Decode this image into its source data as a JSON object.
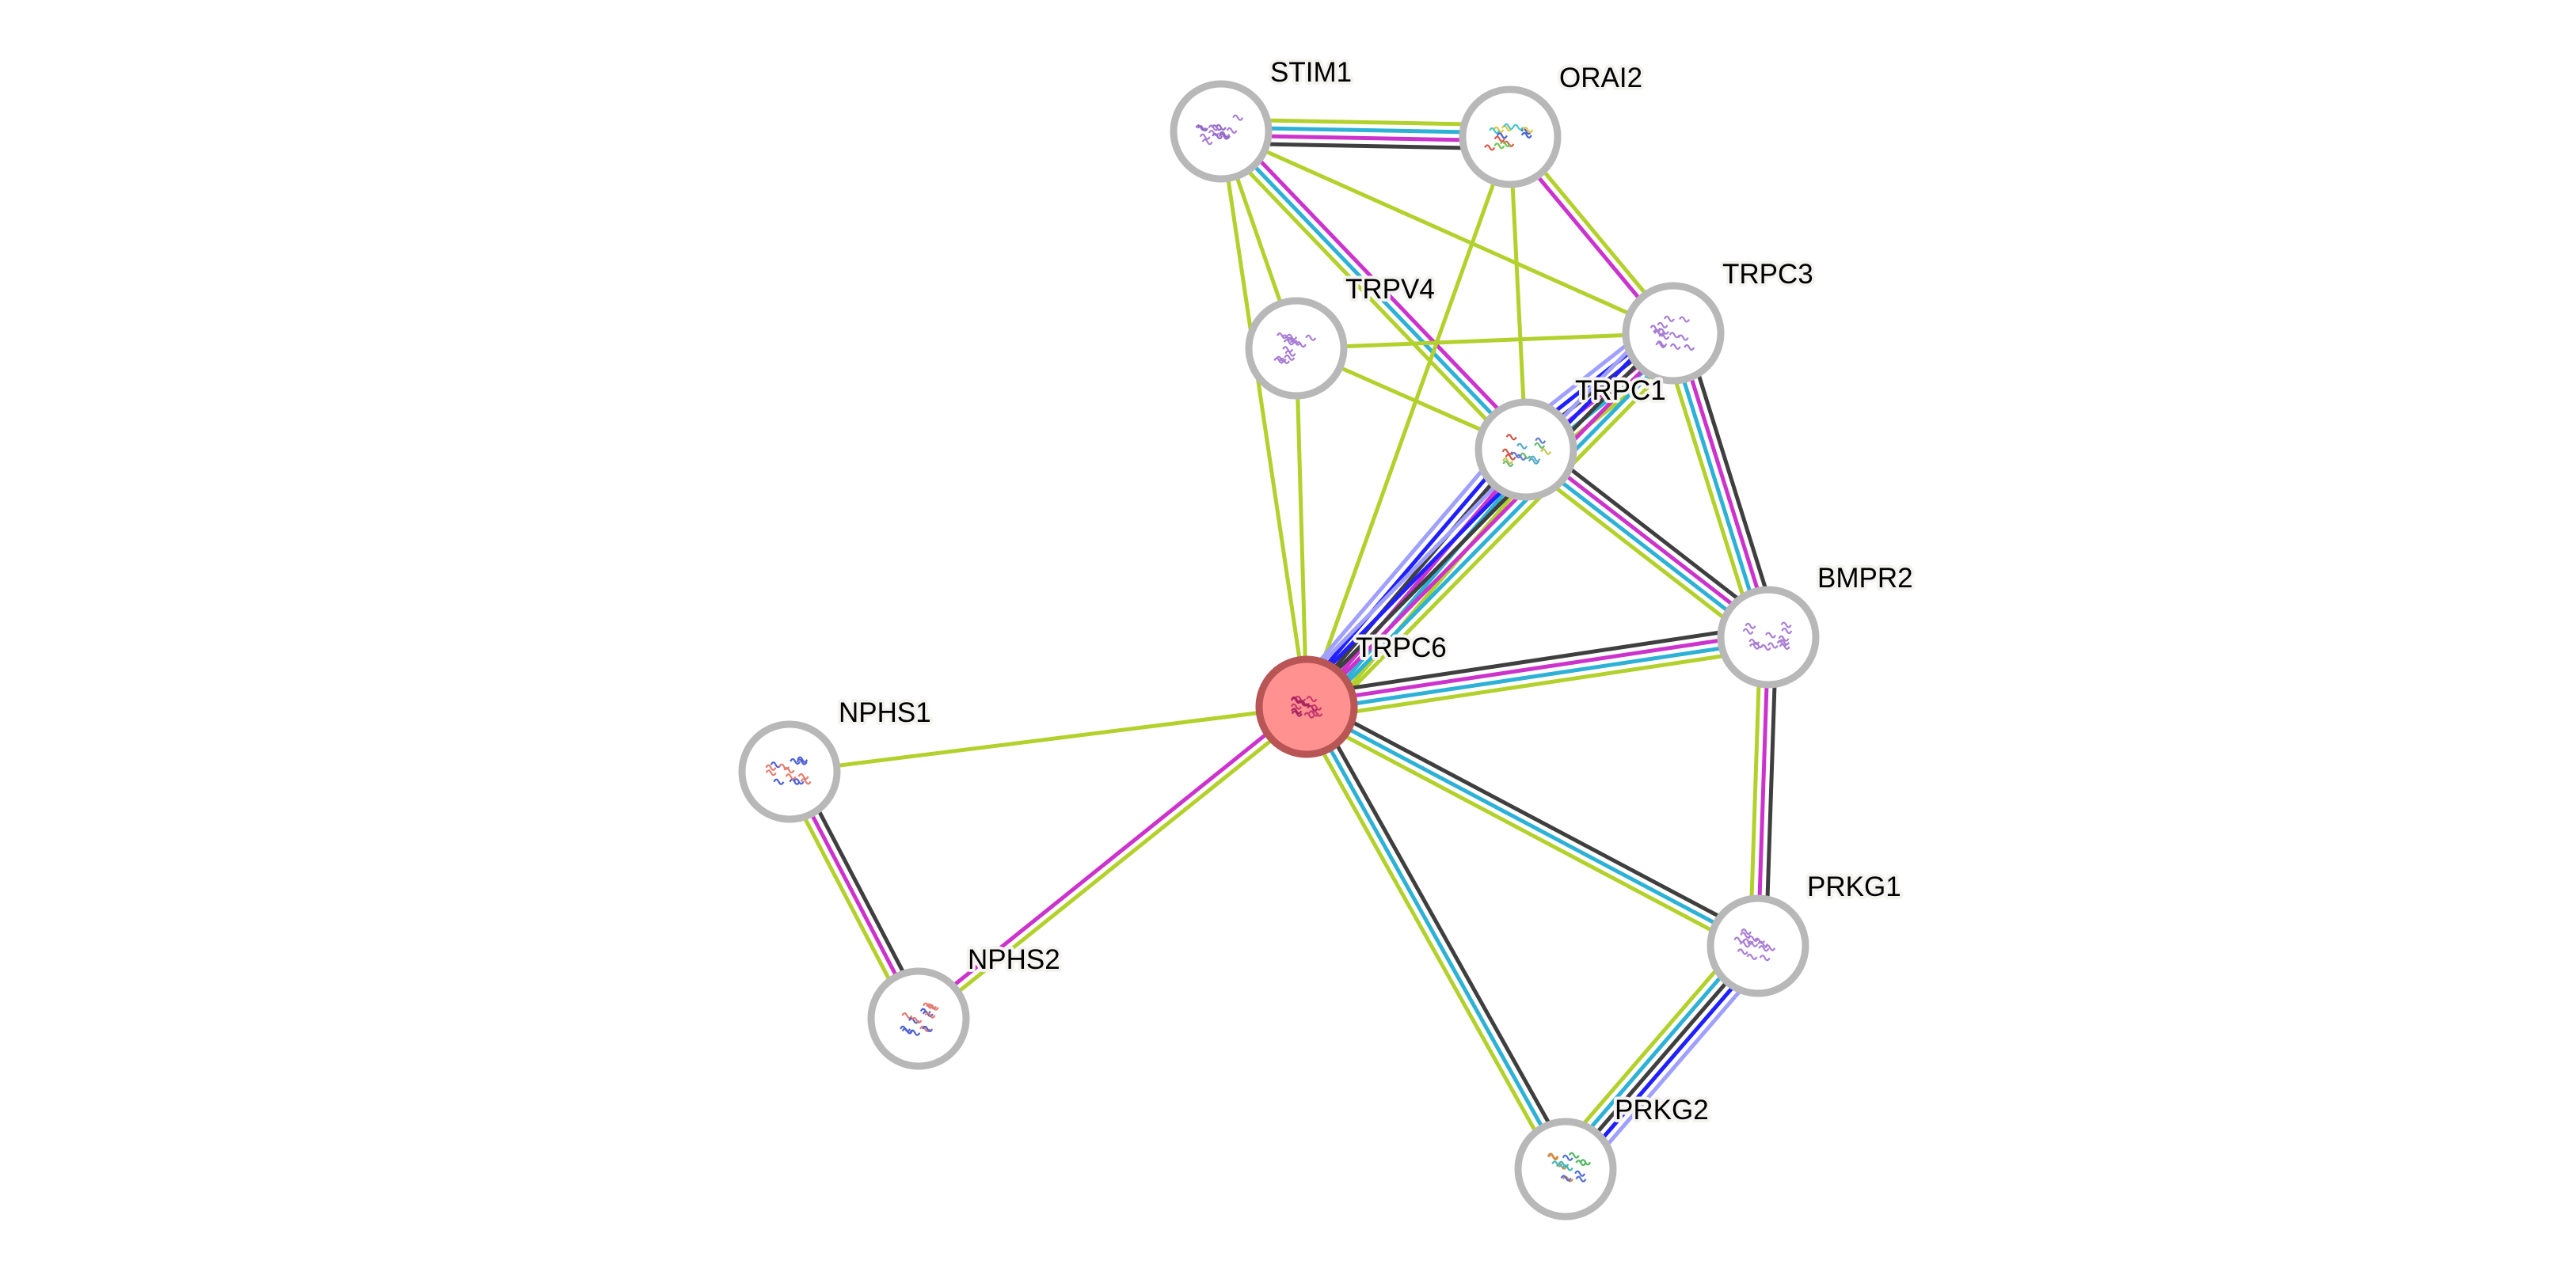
{
  "network": {
    "title": "TRPC6 protein interaction network",
    "query_node": "TRPC6",
    "colors": {
      "query_fill": "#ff9191",
      "query_ring": "#b85555",
      "node_fill": "#ffffff",
      "node_ring": "#b8b8b8",
      "evidence": {
        "textmining": "#b3d12c",
        "coexpression": "#3f3f3f",
        "experiments": "#cc33cc",
        "databases": "#2eb1d6",
        "gene_fusion": "#1f1fff",
        "neighborhood": "#a0a0ff"
      }
    },
    "nodes": [
      {
        "id": "TRPC6",
        "label": "TRPC6",
        "query": true,
        "glyph_colors": [
          "#a0185a",
          "#c0306a"
        ]
      },
      {
        "id": "STIM1",
        "label": "STIM1",
        "query": false,
        "glyph_colors": [
          "#a070d0",
          "#8a5ac0"
        ]
      },
      {
        "id": "ORAI2",
        "label": "ORAI2",
        "query": false,
        "glyph_colors": [
          "#e04030",
          "#e0c030",
          "#30c0c0",
          "#3050d0",
          "#60c040"
        ]
      },
      {
        "id": "TRPV4",
        "label": "TRPV4",
        "query": false,
        "glyph_colors": [
          "#a070d0"
        ]
      },
      {
        "id": "TRPC3",
        "label": "TRPC3",
        "query": false,
        "glyph_colors": [
          "#a070d0"
        ]
      },
      {
        "id": "TRPC1",
        "label": "TRPC1",
        "query": false,
        "glyph_colors": [
          "#50b060",
          "#40a0c0",
          "#d04030",
          "#5070d0",
          "#c0c040"
        ]
      },
      {
        "id": "BMPR2",
        "label": "BMPR2",
        "query": false,
        "glyph_colors": [
          "#a070d0"
        ]
      },
      {
        "id": "NPHS1",
        "label": "NPHS1",
        "query": false,
        "glyph_colors": [
          "#3a50d0",
          "#e07060"
        ]
      },
      {
        "id": "NPHS2",
        "label": "NPHS2",
        "query": false,
        "glyph_colors": [
          "#3a50d0",
          "#e07060"
        ]
      },
      {
        "id": "PRKG1",
        "label": "PRKG1",
        "query": false,
        "glyph_colors": [
          "#a070d0"
        ]
      },
      {
        "id": "PRKG2",
        "label": "PRKG2",
        "query": false,
        "glyph_colors": [
          "#d08030",
          "#4060d0",
          "#40b050",
          "#30b0b0"
        ]
      }
    ],
    "edges": [
      {
        "source": "STIM1",
        "target": "ORAI2",
        "evidence": [
          "textmining",
          "databases",
          "experiments",
          "coexpression"
        ]
      },
      {
        "source": "STIM1",
        "target": "TRPV4",
        "evidence": [
          "textmining"
        ]
      },
      {
        "source": "STIM1",
        "target": "TRPC6",
        "evidence": [
          "textmining"
        ]
      },
      {
        "source": "STIM1",
        "target": "TRPC1",
        "evidence": [
          "experiments",
          "databases",
          "textmining"
        ]
      },
      {
        "source": "STIM1",
        "target": "TRPC3",
        "evidence": [
          "textmining"
        ]
      },
      {
        "source": "ORAI2",
        "target": "TRPC6",
        "evidence": [
          "textmining"
        ]
      },
      {
        "source": "ORAI2",
        "target": "TRPC1",
        "evidence": [
          "textmining"
        ]
      },
      {
        "source": "ORAI2",
        "target": "TRPC3",
        "evidence": [
          "textmining",
          "experiments"
        ]
      },
      {
        "source": "TRPV4",
        "target": "TRPC3",
        "evidence": [
          "textmining"
        ]
      },
      {
        "source": "TRPV4",
        "target": "TRPC1",
        "evidence": [
          "textmining"
        ]
      },
      {
        "source": "TRPV4",
        "target": "TRPC6",
        "evidence": [
          "textmining"
        ]
      },
      {
        "source": "TRPC1",
        "target": "TRPC3",
        "evidence": [
          "neighborhood",
          "gene_fusion",
          "coexpression",
          "experiments",
          "databases",
          "textmining"
        ]
      },
      {
        "source": "TRPC6",
        "target": "TRPC1",
        "evidence": [
          "neighborhood",
          "gene_fusion",
          "coexpression",
          "experiments",
          "databases",
          "textmining"
        ]
      },
      {
        "source": "TRPC6",
        "target": "TRPC3",
        "evidence": [
          "neighborhood",
          "gene_fusion",
          "coexpression",
          "experiments",
          "databases",
          "textmining"
        ]
      },
      {
        "source": "TRPC1",
        "target": "BMPR2",
        "evidence": [
          "coexpression",
          "experiments",
          "databases",
          "textmining"
        ]
      },
      {
        "source": "TRPC3",
        "target": "BMPR2",
        "evidence": [
          "coexpression",
          "experiments",
          "databases",
          "textmining"
        ]
      },
      {
        "source": "TRPC6",
        "target": "BMPR2",
        "evidence": [
          "coexpression",
          "experiments",
          "databases",
          "textmining"
        ]
      },
      {
        "source": "BMPR2",
        "target": "PRKG1",
        "evidence": [
          "coexpression",
          "experiments",
          "textmining"
        ]
      },
      {
        "source": "TRPC6",
        "target": "PRKG1",
        "evidence": [
          "coexpression",
          "databases",
          "textmining"
        ]
      },
      {
        "source": "TRPC6",
        "target": "PRKG2",
        "evidence": [
          "coexpression",
          "databases",
          "textmining"
        ]
      },
      {
        "source": "PRKG1",
        "target": "PRKG2",
        "evidence": [
          "neighborhood",
          "gene_fusion",
          "coexpression",
          "databases",
          "textmining"
        ]
      },
      {
        "source": "TRPC6",
        "target": "NPHS1",
        "evidence": [
          "textmining"
        ]
      },
      {
        "source": "TRPC6",
        "target": "NPHS2",
        "evidence": [
          "textmining",
          "experiments"
        ]
      },
      {
        "source": "NPHS1",
        "target": "NPHS2",
        "evidence": [
          "coexpression",
          "experiments",
          "textmining"
        ]
      }
    ]
  }
}
